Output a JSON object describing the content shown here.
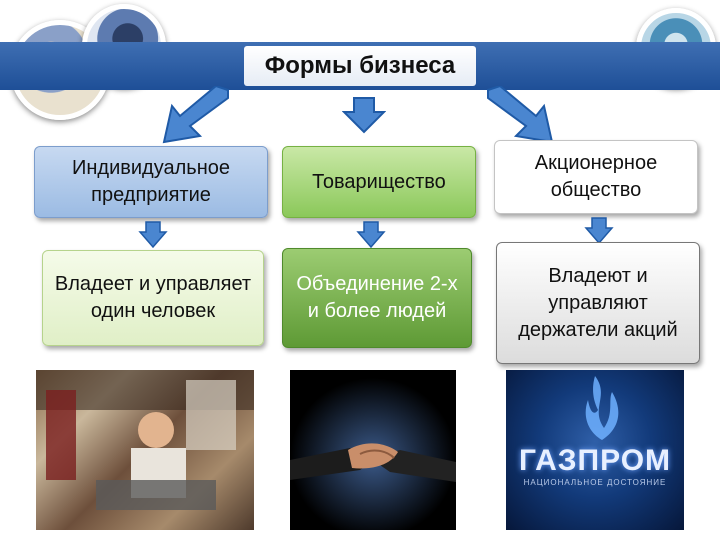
{
  "title": "Формы бизнеса",
  "columns": [
    {
      "heading": "Индивидуальное предприятие",
      "description": "Владеет и управляет один человек"
    },
    {
      "heading": "Товарищество",
      "description": "Объединение 2-х и более людей"
    },
    {
      "heading": "Акционерное общество",
      "description": "Владеют и управляют держатели акций"
    }
  ],
  "logo": {
    "word": "ГАЗПРОМ",
    "subtitle": "НАЦИОНАЛЬНОЕ ДОСТОЯНИЕ"
  },
  "colors": {
    "banner": "#2b5ea6",
    "arrow": "#4a86d0",
    "accent_green": "#8bc85a"
  }
}
